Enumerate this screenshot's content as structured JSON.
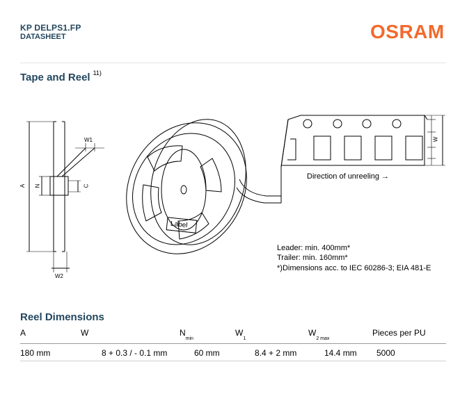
{
  "header": {
    "product": "KP DELPS1.FP",
    "doc_type": "DATASHEET",
    "logo": "OSRAM"
  },
  "sections": {
    "tape_reel_title": "Tape and Reel",
    "tape_reel_footnote": "11)",
    "reel_dimensions_title": "Reel Dimensions"
  },
  "drawing": {
    "dim_A": "A",
    "dim_N": "N",
    "dim_C": "C",
    "dim_W1": "W1",
    "dim_W2": "W2",
    "dim_W": "W",
    "reel_label": "Label",
    "direction": "Direction of unreeling →"
  },
  "notes": {
    "leader": "Leader: min. 400mm*",
    "trailer": "Trailer: min. 160mm*",
    "dimensions": "*)Dimensions acc. to IEC 60286-3; EIA 481-E"
  },
  "table": {
    "headers": [
      {
        "base": "A",
        "sub": ""
      },
      {
        "base": "W",
        "sub": ""
      },
      {
        "base": "N",
        "sub": "min"
      },
      {
        "base": "W",
        "sub": "1"
      },
      {
        "base": "W",
        "sub": "2 max"
      },
      {
        "base": "Pieces per PU",
        "sub": ""
      }
    ],
    "row": [
      "180 mm",
      "8 + 0.3 / - 0.1 mm",
      "60 mm",
      "8.4 + 2 mm",
      "14.4 mm",
      "5000"
    ]
  },
  "colors": {
    "heading": "#23465f",
    "logo": "#f2692c"
  }
}
